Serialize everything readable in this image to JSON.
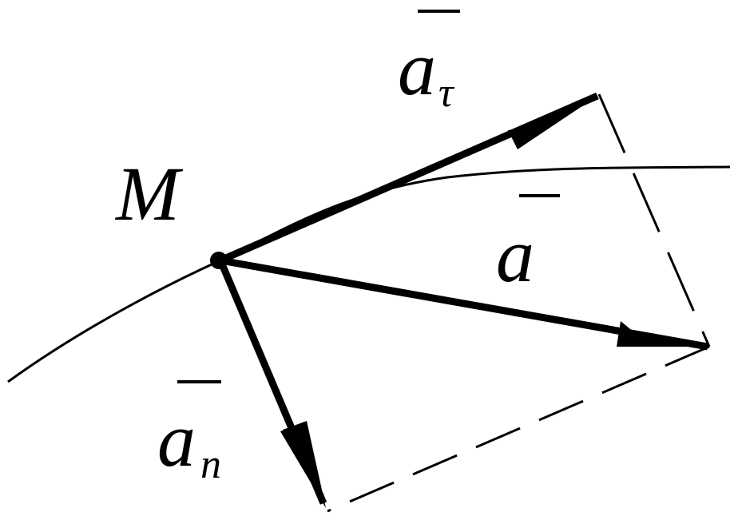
{
  "labels": {
    "point": "M",
    "tangential_base": "a",
    "tangential_sub": "τ",
    "total": "a",
    "normal_base": "a",
    "normal_sub": "n"
  },
  "colors": {
    "ink": "#000000",
    "background": "#ffffff"
  }
}
